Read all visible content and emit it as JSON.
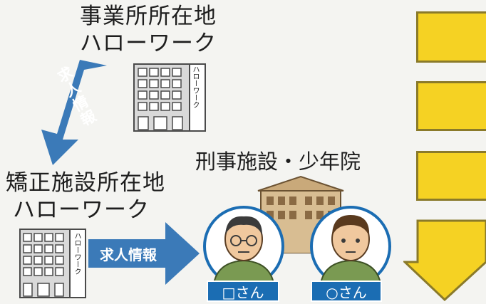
{
  "office_location": {
    "line1": "事業所所在地",
    "line2": "ハローワーク",
    "sign": "ハローワーク"
  },
  "facility_location": {
    "line1": "矯正施設所在地",
    "line2": "ハローワーク",
    "sign": "ハローワーク"
  },
  "arrow_diagonal": {
    "label": "求人情報"
  },
  "arrow_horizontal": {
    "label": "求人情報"
  },
  "facility": {
    "title": "刑事施設・少年院"
  },
  "persons": [
    {
      "name": "□さん"
    },
    {
      "name": "○さん"
    }
  ],
  "colors": {
    "arrow": "#3b7ab8",
    "name_tag": "#1b6db3",
    "yellow_box": "#f5d223",
    "background": "#f4f4f1"
  }
}
